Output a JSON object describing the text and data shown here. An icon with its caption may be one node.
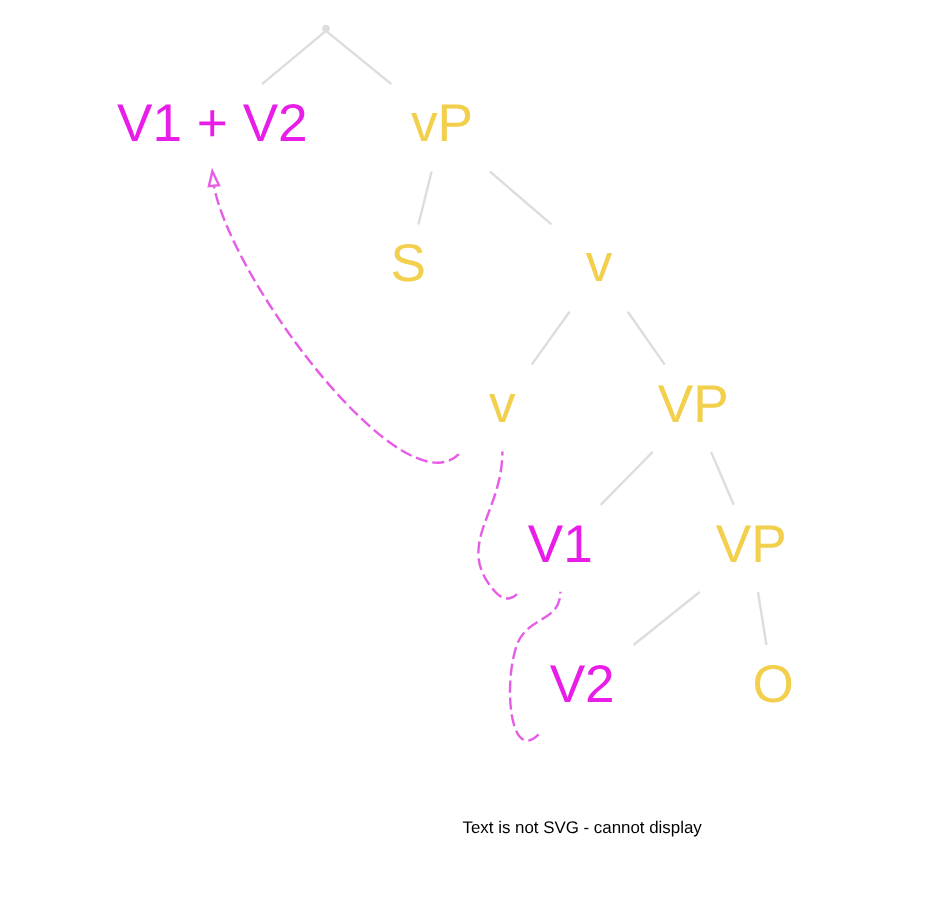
{
  "diagram": {
    "nodes": [
      {
        "text": [],
        "shape": "point"
      },
      {
        "text": [
          "V1 + V2"
        ]
      },
      {
        "text": [
          "vP"
        ]
      },
      {
        "text": [
          "S"
        ]
      },
      {
        "text": [
          "v"
        ]
      },
      {
        "text": [
          "v"
        ]
      },
      {
        "text": [
          "VP"
        ]
      },
      {
        "text": [
          "V1"
        ]
      },
      {
        "text": [
          "VP"
        ]
      },
      {
        "text": [
          "V2"
        ]
      },
      {
        "text": [
          "O"
        ]
      }
    ],
    "edges": [
      {
        "from": 0,
        "to": 1,
        "arrow": "none"
      },
      {
        "from": 0,
        "to": 2,
        "arrow": "none"
      },
      {
        "from": 2,
        "to": 3,
        "arrow": "none"
      },
      {
        "from": 2,
        "to": 4,
        "arrow": "none"
      },
      {
        "from": 4,
        "to": 5,
        "arrow": "none"
      },
      {
        "from": 4,
        "to": 6,
        "arrow": "none"
      },
      {
        "from": 6,
        "to": 7,
        "arrow": "none"
      },
      {
        "from": 6,
        "to": 8,
        "arrow": "none"
      },
      {
        "from": 8,
        "to": 9,
        "arrow": "none"
      },
      {
        "from": 8,
        "to": 10,
        "arrow": "none"
      },
      {
        "from": 9,
        "to": 7,
        "arrow": "none",
        "style": "dashed",
        "color": "#e65ce6"
      },
      {
        "from": 7,
        "to": 5,
        "arrow": "none",
        "style": "dashed",
        "color": "#e65ce6"
      },
      {
        "from": 5,
        "to": 1,
        "arrow": "to",
        "style": "dashed",
        "color": "#e65ce6"
      }
    ],
    "labels": [
      "Text is not SVG - cannot display"
    ]
  }
}
